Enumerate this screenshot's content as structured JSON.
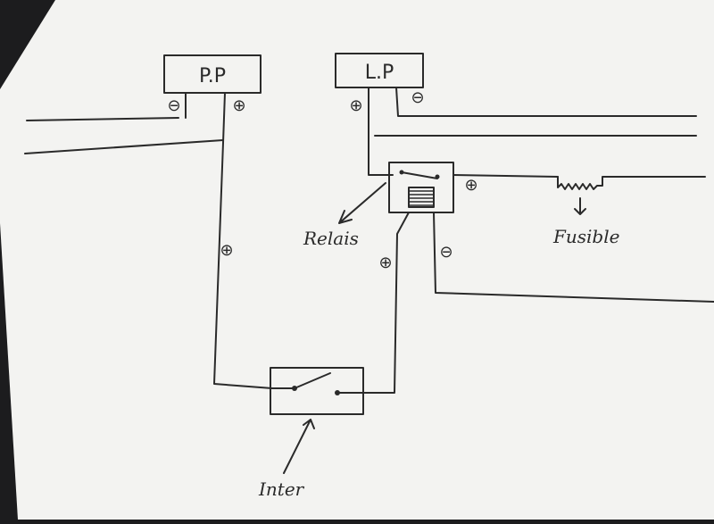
{
  "diagram": {
    "boxes": {
      "pp": {
        "label": "P.P"
      },
      "lp": {
        "label": "L.P"
      }
    },
    "terminals": {
      "pp_minus": "⊖",
      "pp_plus": "⊕",
      "lp_plus": "⊕",
      "lp_minus": "⊖",
      "wire_left_plus": "⊕",
      "coil_plus": "⊕",
      "coil_minus": "⊖",
      "relay_out_plus": "⊕"
    },
    "labels": {
      "relay": "Relais",
      "fuse": "Fusible",
      "switch": "Inter"
    },
    "colors": {
      "paper": "#f3f3f1",
      "ink": "#2a2a2a",
      "background": "#1c1c1e"
    }
  }
}
